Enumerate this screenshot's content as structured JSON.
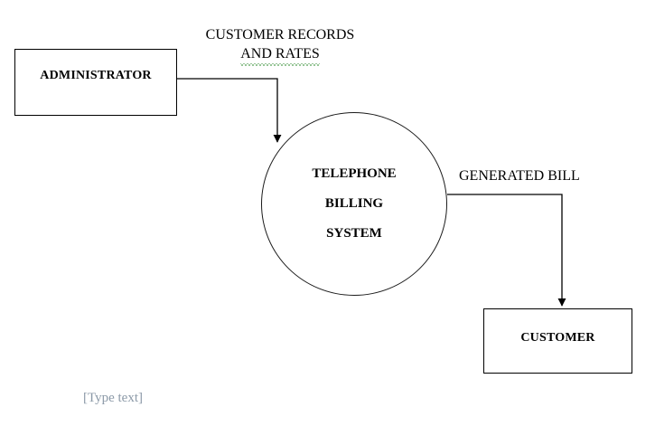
{
  "diagram": {
    "type": "data-flow-diagram",
    "background_color": "#ffffff",
    "line_color": "#000000",
    "spellcheck_underline_color": "#2f8b2f",
    "placeholder_color": "#8c9aa8"
  },
  "entities": [
    {
      "id": "administrator",
      "label": "ADMINISTRATOR",
      "shape": "rectangle"
    },
    {
      "id": "customer",
      "label": "CUSTOMER",
      "shape": "rectangle"
    }
  ],
  "process": {
    "id": "telephone-billing-system",
    "shape": "circle",
    "lines": [
      "TELEPHONE",
      "BILLING",
      "SYSTEM"
    ]
  },
  "flows": [
    {
      "id": "customer-records-and-rates",
      "from": "administrator",
      "to": "telephone-billing-system",
      "label_line1": "CUSTOMER RECORDS",
      "label_line2": "AND  RATES",
      "misspelled": true
    },
    {
      "id": "generated-bill",
      "from": "telephone-billing-system",
      "to": "customer",
      "label": "GENERATED BILL",
      "misspelled": false
    }
  ],
  "footer": {
    "placeholder": "[Type text]"
  }
}
